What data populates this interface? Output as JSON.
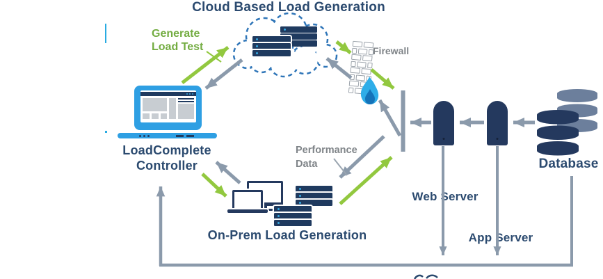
{
  "title": "Cloud Based Load Generation",
  "annotations": {
    "generate": {
      "line1": "Generate",
      "line2": "Load Test"
    },
    "performance": {
      "line1": "Performance",
      "line2": "Data"
    },
    "firewall": "Firewall"
  },
  "nodes": {
    "controller": {
      "line1": "LoadComplete",
      "line2": "Controller"
    },
    "onprem": {
      "label": "On-Prem Load Generation"
    },
    "web": {
      "label": "Web Server"
    },
    "app": {
      "label": "App Server"
    },
    "database": {
      "label": "Database"
    }
  },
  "colors": {
    "navy_text": "#2B4A6F",
    "device_navy": "#24395E",
    "slat_navy": "#1F3A5F",
    "laptop_blue": "#2E9FE3",
    "dot_cyan": "#35A8E0",
    "slate_arrow": "#8B9AAB",
    "green_arrow": "#92C83F",
    "green_text": "#73AC41",
    "gray_label": "#7F8488",
    "cloud_border": "#2E75B8",
    "brick_mortar": "#9CA3AB",
    "db_back": "#6C7F9C",
    "flame_outer": "#2FADE8",
    "flame_inner": "#1573B9",
    "background": "#FFFFFF"
  }
}
